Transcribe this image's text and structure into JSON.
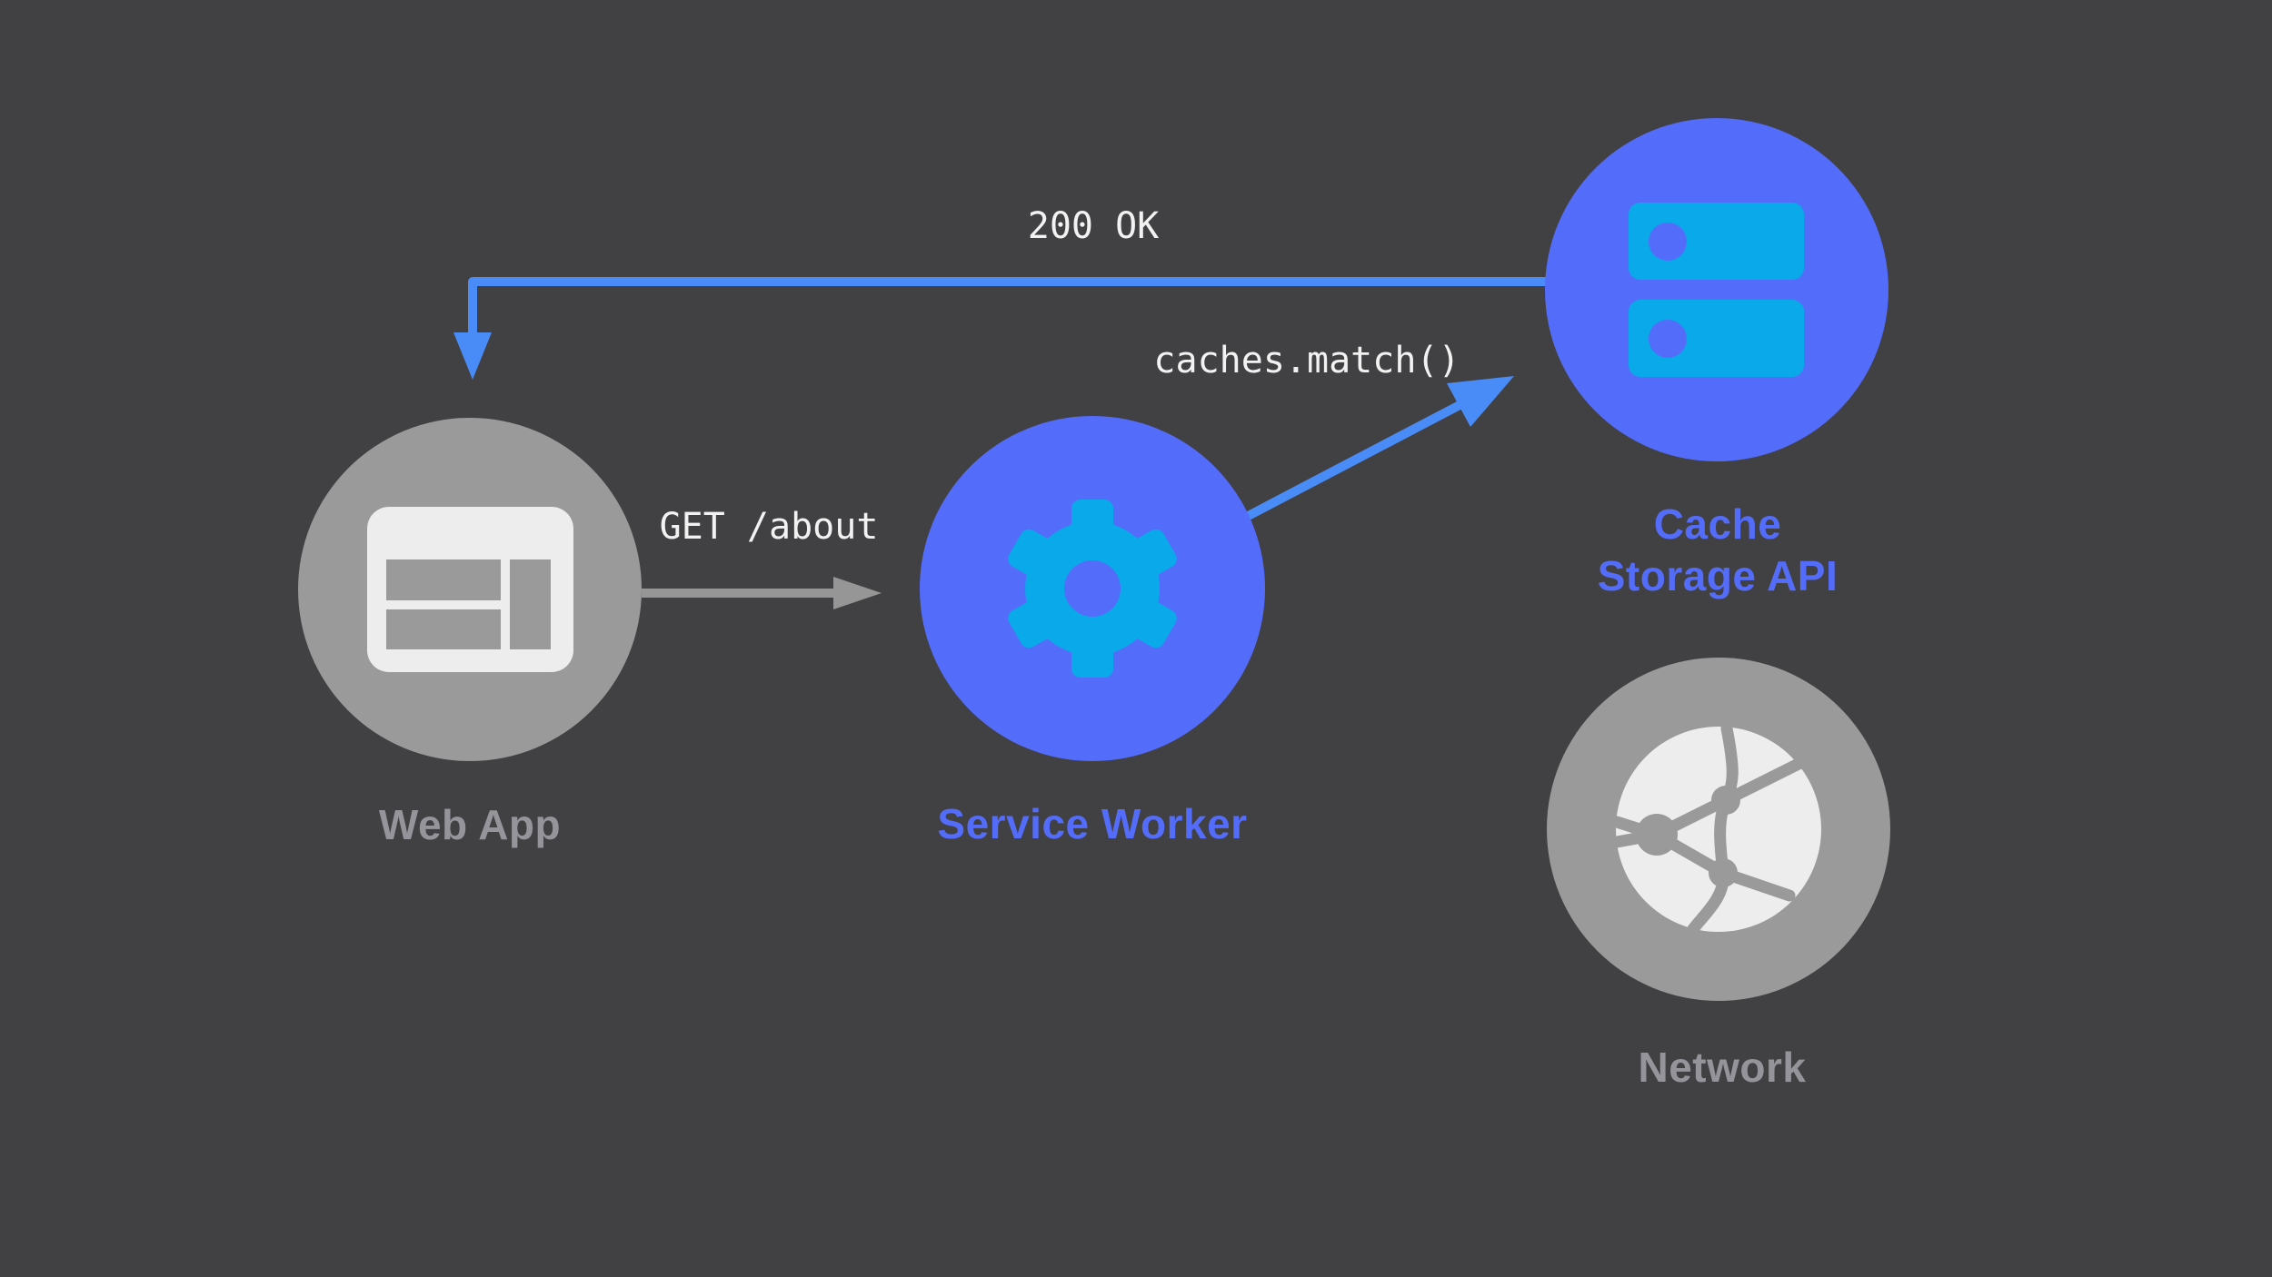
{
  "diagram": {
    "background_color": "#414143",
    "mono_text_color": "#f2f2f2"
  },
  "nodes": {
    "web_app": {
      "label": "Web App",
      "icon": "browser-window-icon",
      "circle_color": "#9a9a9a",
      "label_color": "#94949a",
      "icon_color": "#ededed"
    },
    "service_worker": {
      "label": "Service Worker",
      "icon": "gear-icon",
      "circle_color": "#546cfa",
      "label_color": "#546cfa",
      "icon_color": "#0aa9e9"
    },
    "cache_storage": {
      "label_line1": "Cache",
      "label_line2": "Storage API",
      "icon": "server-stack-icon",
      "circle_color": "#546cfa",
      "label_color": "#546cfa",
      "icon_color": "#0aa9e9"
    },
    "network": {
      "label": "Network",
      "icon": "globe-icon",
      "circle_color": "#9a9a9a",
      "label_color": "#94949a",
      "icon_color": "#ededed"
    }
  },
  "edges": {
    "request": {
      "label": "GET /about",
      "from": "web_app",
      "to": "service_worker",
      "color": "#969696"
    },
    "cache_lookup": {
      "label": "caches.match()",
      "from": "service_worker",
      "to": "cache_storage",
      "color": "#4a8cf7"
    },
    "response": {
      "label": "200 OK",
      "from": "cache_storage",
      "to": "web_app",
      "color": "#4a8cf7"
    }
  }
}
